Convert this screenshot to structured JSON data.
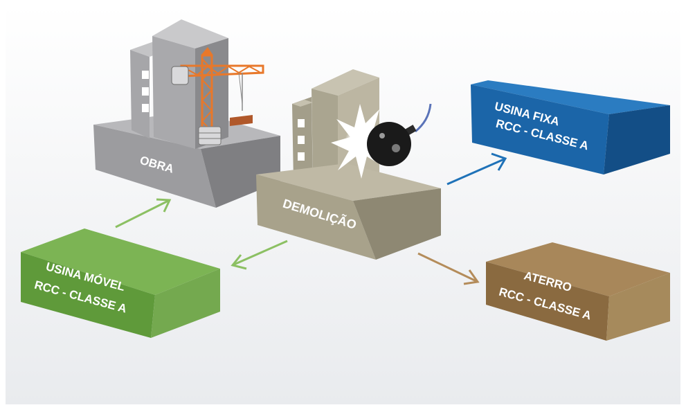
{
  "nodes": {
    "obra": {
      "label": "OBRA"
    },
    "demolicao": {
      "label": "DEMOLIÇÃO"
    },
    "usina_fixa": {
      "line1": "USINA FIXA",
      "line2": "RCC - CLASSE A"
    },
    "usina_movel": {
      "line1": "USINA MÓVEL",
      "line2": "RCC - CLASSE A"
    },
    "aterro": {
      "line1": "ATERRO",
      "line2": "RCC - CLASSE A"
    }
  },
  "colors": {
    "obra": "#9a9a9d",
    "demolicao": "#a59f8a",
    "usina_fixa": "#1c6aad",
    "usina_movel": "#68a044",
    "aterro": "#9a7a4e",
    "crane": "#e8782a",
    "bomb": "#1a1a1a"
  }
}
